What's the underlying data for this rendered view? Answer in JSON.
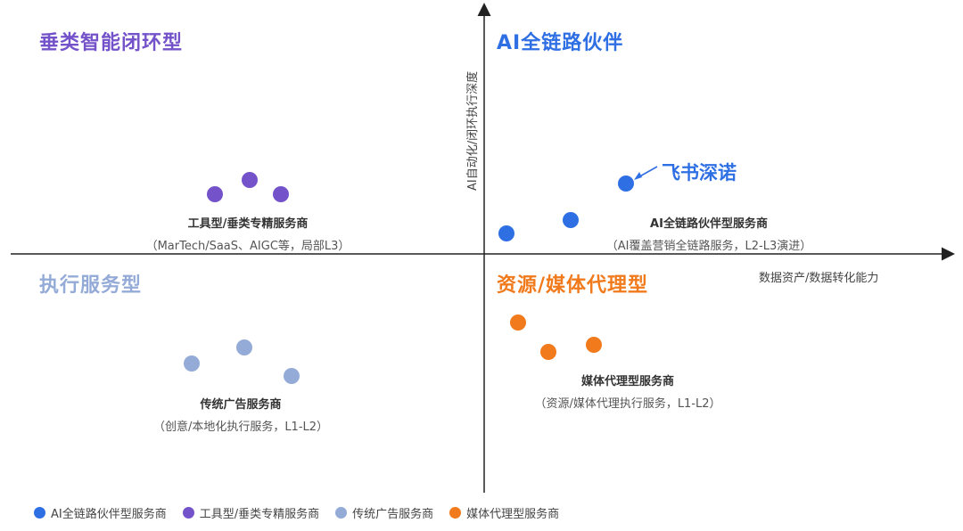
{
  "colors": {
    "ai": "#2f6fe4",
    "tool": "#7452c9",
    "trad": "#94abd8",
    "media": "#f07a1c",
    "axis": "#222222"
  },
  "quadrants": {
    "top_left": "垂类智能闭环型",
    "top_right": "AI全链路伙伴",
    "bottom_left": "执行服务型",
    "bottom_right": "资源/媒体代理型"
  },
  "axes": {
    "x_label": "数据资产/数据转化能力",
    "y_label": "AI自动化/闭环执行深度"
  },
  "groups": {
    "tool": {
      "name": "工具型/垂类专精服务商",
      "desc": "（MarTech/SaaS、AIGC等，局部L3）"
    },
    "ai": {
      "name": "AI全链路伙伴型服务商",
      "desc": "（AI覆盖营销全链路服务，L2-L3演进）"
    },
    "trad": {
      "name": "传统广告服务商",
      "desc": "（创意/本地化执行服务，L1-L2）"
    },
    "media": {
      "name": "媒体代理型服务商",
      "desc": "（资源/媒体代理执行服务，L1-L2）"
    }
  },
  "callout": "飞书深诺",
  "legend": [
    {
      "label": "AI全链路伙伴型服务商",
      "color_key": "ai"
    },
    {
      "label": "工具型/垂类专精服务商",
      "color_key": "tool"
    },
    {
      "label": "传统广告服务商",
      "color_key": "trad"
    },
    {
      "label": "媒体代理型服务商",
      "color_key": "media"
    }
  ]
}
